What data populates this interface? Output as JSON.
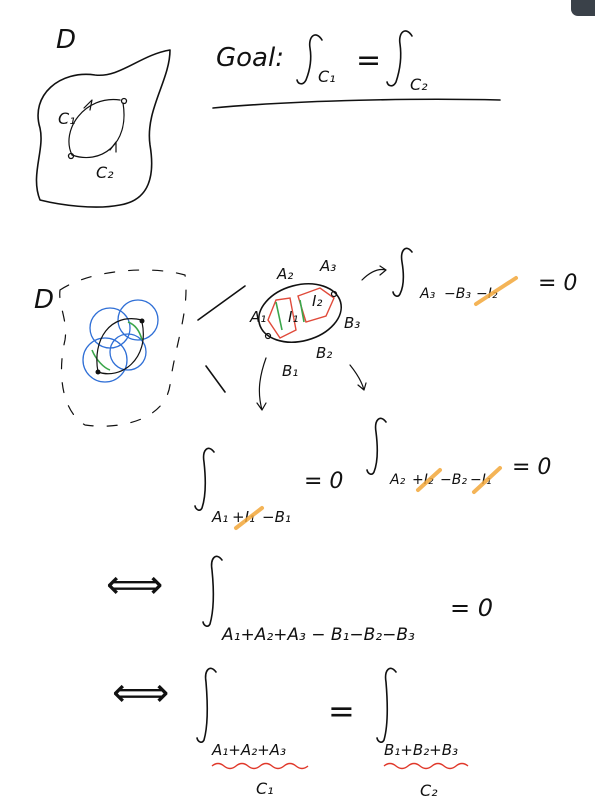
{
  "colors": {
    "ink": "#111111",
    "highlight_orange": "#f2a73a",
    "annotation_red": "#e04a3a",
    "annotation_blue": "#2f6fd6",
    "annotation_green": "#3aa64a"
  },
  "top": {
    "region": "D",
    "goal_label": "Goal:",
    "curve_c1": "C₁",
    "curve_c2": "C₂",
    "eq": "="
  },
  "middle": {
    "region": "D",
    "labels": {
      "A1": "A₁",
      "A2": "A₂",
      "A3": "A₃",
      "B1": "B₁",
      "B2": "B₂",
      "B3": "B₃",
      "I1": "I₁",
      "I2": "I₂"
    },
    "eq_top": {
      "subscript_a": "A₃",
      "subscript_b": "−B₃",
      "subscript_c": "−I₂",
      "rhs": "= 0"
    },
    "eq_left": {
      "subscript_a": "A₁",
      "subscript_b": "+I₁",
      "subscript_c": "−B₁",
      "rhs": "= 0"
    },
    "eq_right": {
      "subscript_a": "A₂",
      "subscript_b": "+I₂",
      "subscript_c": "−B₂",
      "subscript_d": "−I₁",
      "rhs": "= 0"
    }
  },
  "bottom": {
    "iff_1": "⟺",
    "sum_subscript": "A₁+A₂+A₃ − B₁−B₂−B₃",
    "rhs": "= 0",
    "iff_2": "⟺",
    "lhs_subscript": "A₁+A₂+A₃",
    "eq": "=",
    "rhs_subscript": "B₁+B₂+B₃",
    "under_left": "C₁",
    "under_right": "C₂"
  }
}
